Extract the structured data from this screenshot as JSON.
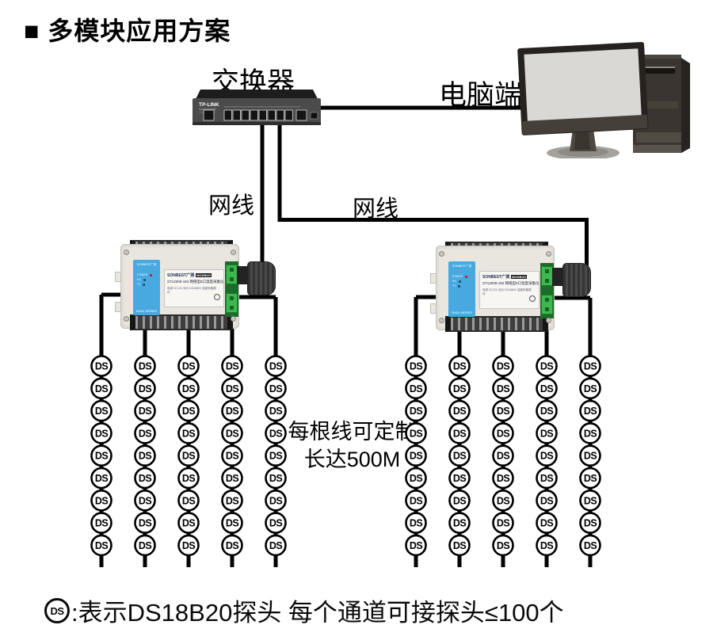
{
  "title": "■ 多模块应用方案",
  "labels": {
    "switch": "交换器",
    "computer": "电脑端",
    "cable1": "网线",
    "cable2": "网线",
    "wire_note_line1": "每根线可定制",
    "wire_note_line2": "长达500M"
  },
  "legend": {
    "symbol": "DS",
    "text": ":表示DS18B20探头 每个通道可接探头≤100个"
  },
  "switch_device": {
    "brand": "TP-LINK"
  },
  "module_label": {
    "brand": "SONBEST广测",
    "led_power": "POWER",
    "led_rx": "RX",
    "led_tx": "TX",
    "series": "DN10 SERIES",
    "title": "SONBEST广测",
    "chip": "MODBUS",
    "model": "ST12008-192 网络型8口温度采集仪",
    "note": "电源 DC12V 探头:DS18B20 温度采集模块"
  },
  "ds_network": {
    "circle_label": "DS",
    "module_count": 2,
    "chains_per_module": 5,
    "circles_per_chain": 9
  }
}
